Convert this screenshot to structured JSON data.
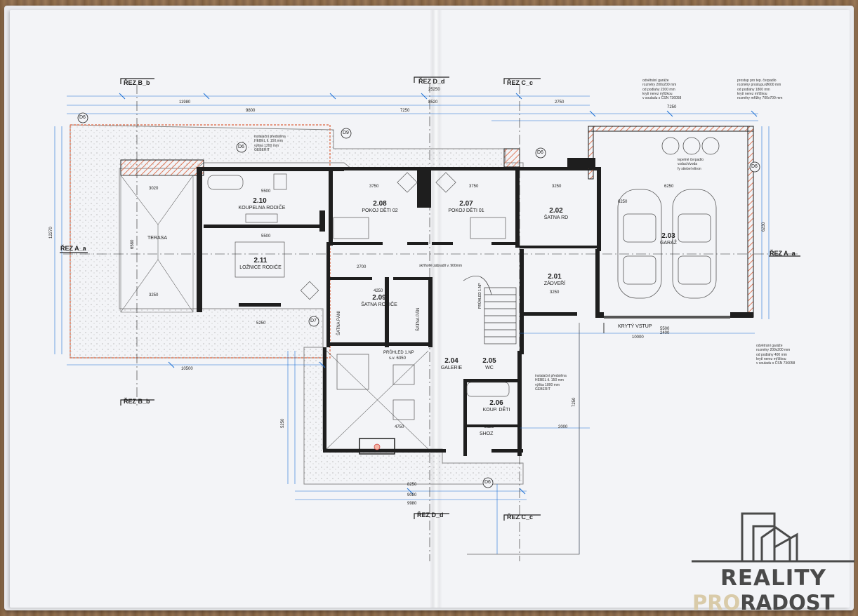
{
  "sections": {
    "b_top": "ŘEZ B_b",
    "d_top": "ŘEZ D_d",
    "c_top": "ŘEZ C_c",
    "a_left": "ŘEZ A_a",
    "a_right": "ŘEZ A_a",
    "b_bottom": "ŘEZ B_b",
    "d_bottom": "ŘEZ D_d",
    "c_bottom": "ŘEZ C_c"
  },
  "rooms": [
    {
      "num": "2.10",
      "name": "KOUPELNA RODIČE"
    },
    {
      "num": "2.08",
      "name": "POKOJ DĚTI 02"
    },
    {
      "num": "2.07",
      "name": "POKOJ DĚTI 01"
    },
    {
      "num": "2.02",
      "name": "ŠATNA RD"
    },
    {
      "num": "2.03",
      "name": "GARÁŽ"
    },
    {
      "num": "2.11",
      "name": "LOŽNICE RODIČE"
    },
    {
      "num": "2.09",
      "name": "ŠATNA RODIČE"
    },
    {
      "num": "2.01",
      "name": "ZÁDVEŘÍ"
    },
    {
      "num": "2.04",
      "name": "GALERIE"
    },
    {
      "num": "2.05",
      "name": "WC"
    },
    {
      "num": "2.06",
      "name": "KOUP. DĚTI"
    }
  ],
  "labels": {
    "terasa": "TERASA",
    "krytyvstup": "KRYTÝ VSTUP",
    "pruhled": "PRŮHLED 1.NP",
    "pruhled_sub": "s.v. 6350",
    "pruhled1np": "PRŮHLED 1.NP",
    "shoz": "SHOZ",
    "satna_pani_l": "ŠATNA PÁNI",
    "satna_pani_r": "ŠATNA PÁN",
    "skrinove": "skříňové zábradlí v. 900mm",
    "d_labels": [
      "D6",
      "D6",
      "D9",
      "D6",
      "D6",
      "D7",
      "D6"
    ],
    "note_top_right_1": "odvětrání garáže\nrozměry 200x200 mm\nod podlahy 2200 mm\nkrytí nerez mřížkou\nv souladu s ČSN 736058",
    "note_top_right_2": "prostup pro tep. čerpadlo\nrozměry prostupu Ø600 mm\nod podlahy 1800 mm\nkrytí nerez mřížkou\nrozměry mřížky 700x700 mm",
    "note_bottom_right": "odvětrání garáže\nrozměry 200x200 mm\nod podlahy 400 mm\nkrytí nerez mřížkou\nv souladu s ČSN 736058",
    "note_hebel_top": "instalační předstěna\nHEBEL tl. 150 mm\nvýška 1200 mm\nGEBERIT",
    "note_hebel_bottom": "instalační předstěna\nHEBEL tl. 150 mm\nvýška 1800 mm\nGEBERIT",
    "tepelne_cerpadlo": "tepelné čerpadlo\nvzduch/voda\nfy stiebel eltron"
  },
  "dimensions": {
    "top": [
      "25250",
      "8520",
      "11980",
      "9800",
      "7250",
      "2750",
      "7250",
      "3750",
      "3750",
      "3250",
      "6250"
    ],
    "bottom": [
      "10000",
      "5500",
      "2400",
      "10500",
      "8250",
      "9080",
      "9980",
      "4750",
      "2125",
      "2000"
    ],
    "side": [
      "12270",
      "6580",
      "5250",
      "7250",
      "6230"
    ],
    "room": [
      "5500",
      "5500",
      "3020",
      "3250",
      "2700",
      "4250",
      "3250",
      "6250",
      "5250"
    ]
  },
  "logo": {
    "line1": "REALITY",
    "line2_a": "PRO",
    "line2_b": "RADOST"
  },
  "colors": {
    "wall": "#1e1e1e",
    "insulation": "#e07a5a",
    "dimension": "#1c6fd6",
    "paper": "#f3f4f7",
    "logo_gray": "#4a4a4a",
    "logo_beige": "#d9cba9"
  }
}
